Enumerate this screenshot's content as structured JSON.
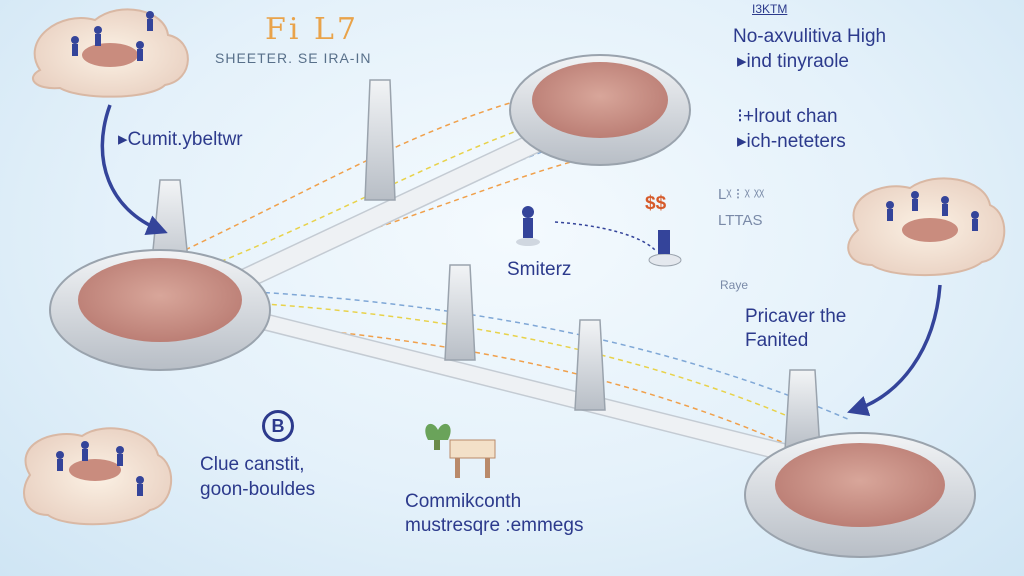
{
  "colors": {
    "ink": "#2c3a8c",
    "stone": "#d9dde2",
    "platform": "#c9928a",
    "cable_orange": "#f0a04b",
    "cable_yellow": "#e8d24a",
    "cable_blue": "#7fa7d6",
    "arrow": "#34449a"
  },
  "heading": {
    "title": "Fi  L7",
    "subtitle": "SHEETER.      SE IRA-IN"
  },
  "top_right": {
    "tag": "I3KTM",
    "line1": "No-axvulitiva High",
    "line2": "▸ind tinyraole",
    "line3": "⁝+lrout chan",
    "line4": "▸ich-neteters"
  },
  "left_caption": "▸Cumit.ybeltwr",
  "center": {
    "label": "Smiterz",
    "money": "$$",
    "faded_top": "Lᵡ ⁝ ᵡ ᵡᵡ",
    "faded_mid": "LTTAS",
    "faded_bottom": "Raye"
  },
  "right_caption": {
    "line1": "Pricaver the",
    "line2": "Fanited"
  },
  "bottom_left": {
    "badge": "B",
    "line1": "Clue canstit,",
    "line2": "goon-bouldes"
  },
  "bottom_center": {
    "line1": "Commikconth",
    "line2": "mustresqre :emmegs"
  },
  "icons": [
    "gear-icon",
    "person-icon",
    "plant-icon",
    "table-icon",
    "arrow-icon"
  ]
}
